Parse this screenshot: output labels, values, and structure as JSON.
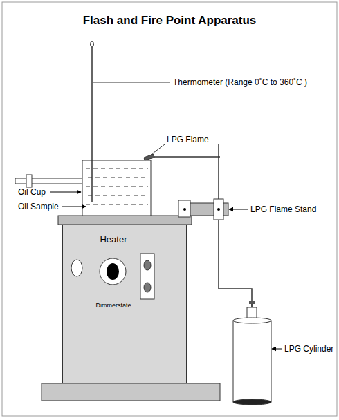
{
  "diagram": {
    "title": "Flash and Fire Point Apparatus",
    "nodes": [
      {
        "text": [
          "Heater",
          "Dimmerstate"
        ]
      }
    ],
    "labels": [
      "Thermometer (Range 0˚C to 360˚C )",
      "LPG Flame",
      "Oil Cup",
      "Oil Sample",
      "LPG Flame Stand",
      "LPG Cylinder"
    ]
  }
}
